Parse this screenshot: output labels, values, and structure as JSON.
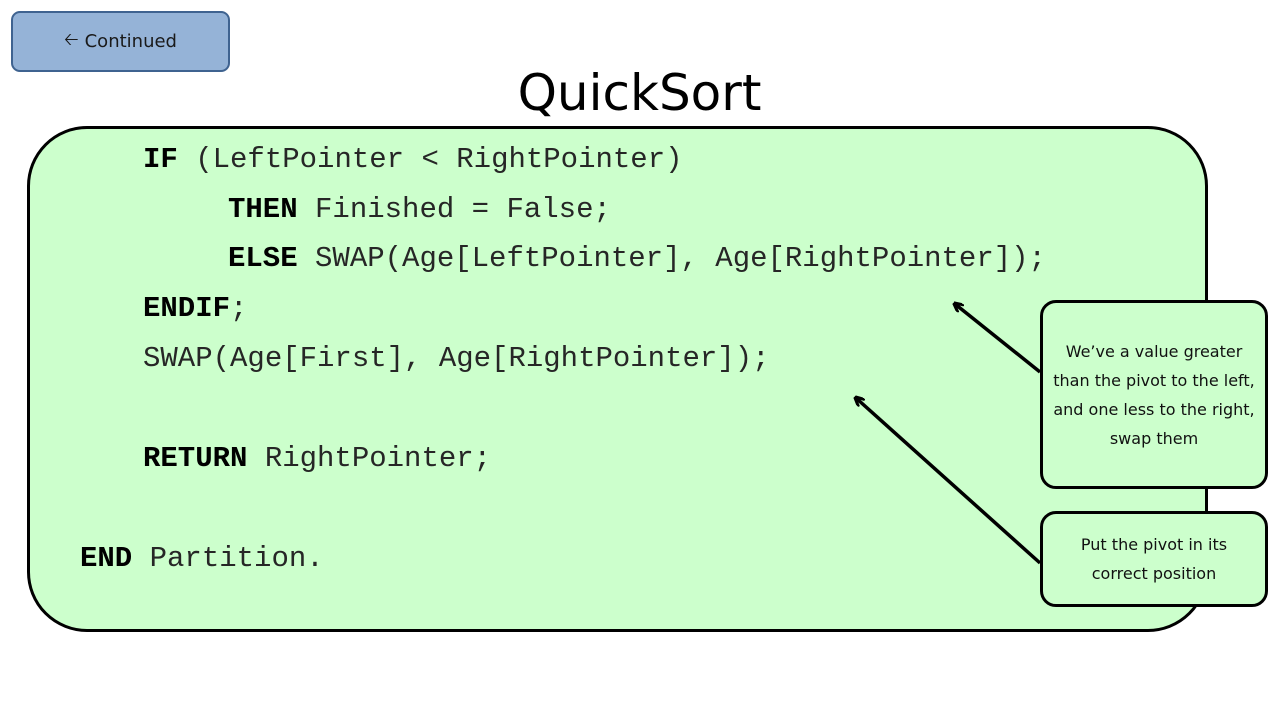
{
  "nav": {
    "back_label": "Continued",
    "back_icon": "left-arrow-icon"
  },
  "title": "QuickSort",
  "code": {
    "lines": [
      {
        "kw": "IF",
        "rest": " (LeftPointer < RightPointer)"
      },
      {
        "kw": "THEN",
        "rest": " Finished = False;"
      },
      {
        "kw": "ELSE",
        "rest": " SWAP(Age[LeftPointer], Age[RightPointer]);"
      },
      {
        "kw": "ENDIF",
        "rest": ";"
      },
      {
        "kw": "",
        "rest": "SWAP(Age[First], Age[RightPointer]);"
      },
      {
        "kw": "RETURN",
        "rest": " RightPointer;"
      },
      {
        "kw": "END",
        "rest": " Partition."
      }
    ]
  },
  "callouts": [
    {
      "text": "We’ve a value greater than the pivot to the left, and one less to the right, swap them"
    },
    {
      "text": "Put the pivot in its correct position"
    }
  ],
  "colors": {
    "code_background": "#ccffcc",
    "button_background": "#95b3d7",
    "button_border": "#3f6390"
  }
}
